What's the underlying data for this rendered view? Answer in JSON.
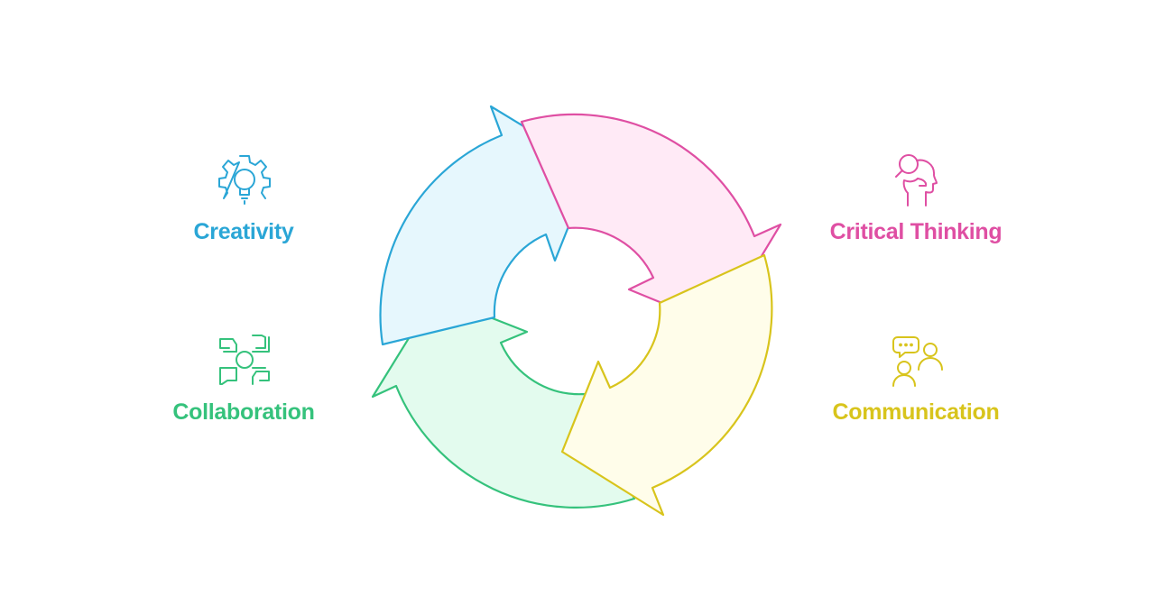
{
  "colors": {
    "creativity": "#2aa6d6",
    "creativity_fill": "#e6f7fd",
    "critical_thinking": "#df4fa3",
    "critical_thinking_fill": "#ffeaf6",
    "communication": "#d8c41c",
    "communication_fill": "#fffdea",
    "collaboration": "#35c27c",
    "collaboration_fill": "#e3fbee"
  },
  "items": {
    "creativity": {
      "label": "Creativity",
      "icon": "gear-lightbulb-icon"
    },
    "critical_thinking": {
      "label": "Critical Thinking",
      "icon": "head-magnifier-icon"
    },
    "collaboration": {
      "label": "Collaboration",
      "icon": "joined-hands-icon"
    },
    "communication": {
      "label": "Communication",
      "icon": "people-chat-icon"
    }
  }
}
